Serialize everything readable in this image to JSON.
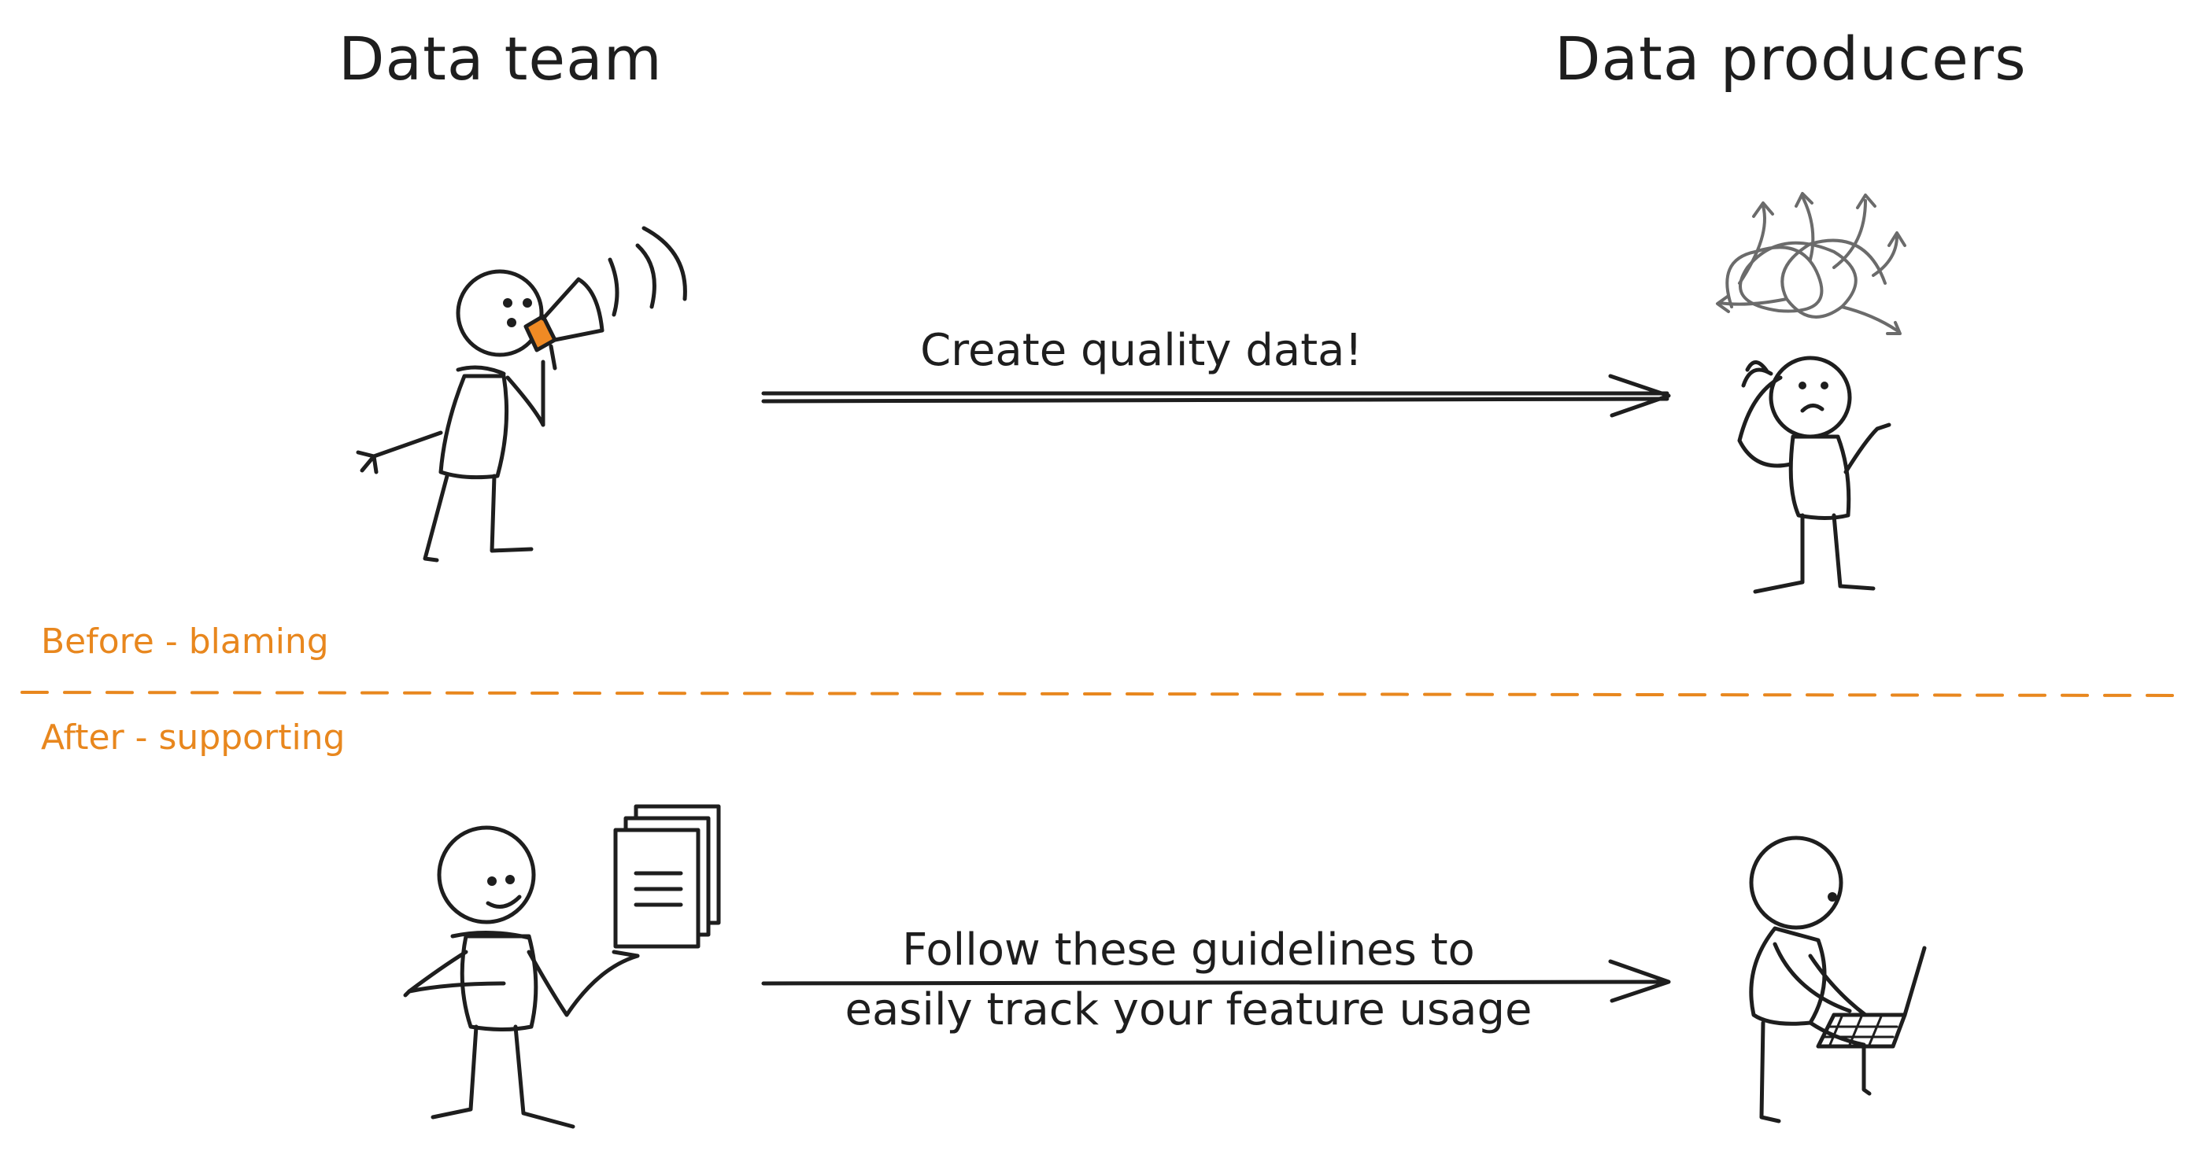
{
  "headers": {
    "left": "Data team",
    "right": "Data producers"
  },
  "phases": {
    "before": "Before - blaming",
    "after": "After - supporting"
  },
  "messages": {
    "top": "Create quality data!",
    "bottom_line1": "Follow these guidelines to",
    "bottom_line2": "easily track your feature usage"
  },
  "colors": {
    "ink": "#1e1e1e",
    "accent": "#e8871e",
    "chaos": "#6b6b6b"
  },
  "icons": {
    "megaphone": "megaphone-icon",
    "documents": "documents-icon",
    "laptop": "laptop-icon",
    "confusion": "tangled-arrows-icon"
  }
}
